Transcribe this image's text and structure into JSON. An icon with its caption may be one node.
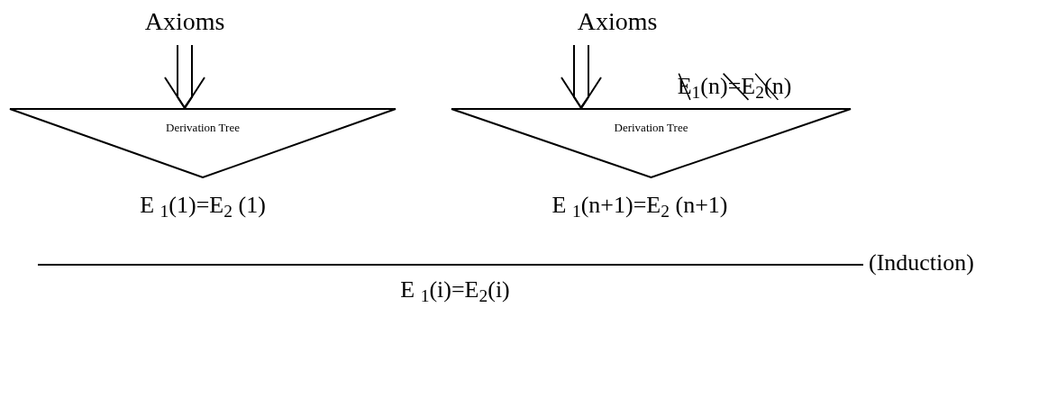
{
  "diagram": {
    "nodes": [
      {
        "text": [
          "Axioms"
        ]
      },
      {
        "text": [
          "Derivation Tree"
        ]
      },
      {
        "text": [
          "Axioms"
        ]
      },
      {
        "text": [
          "Derivation Tree"
        ]
      }
    ],
    "edges": [
      {
        "from": 0,
        "to": 1,
        "arrow": "to"
      },
      {
        "from": 2,
        "to": 3,
        "arrow": "to"
      }
    ],
    "labels": [
      "E$_{1}$(n)=E$_{2}$(n)",
      "E $_{1}$(1)=E$_{2}$ (1)",
      "E $_{1}$(n+1)=E$_{2}$ (n+1)",
      "(Induction)",
      "E $_{1}$(i)=E$_{2}$(i)"
    ]
  }
}
